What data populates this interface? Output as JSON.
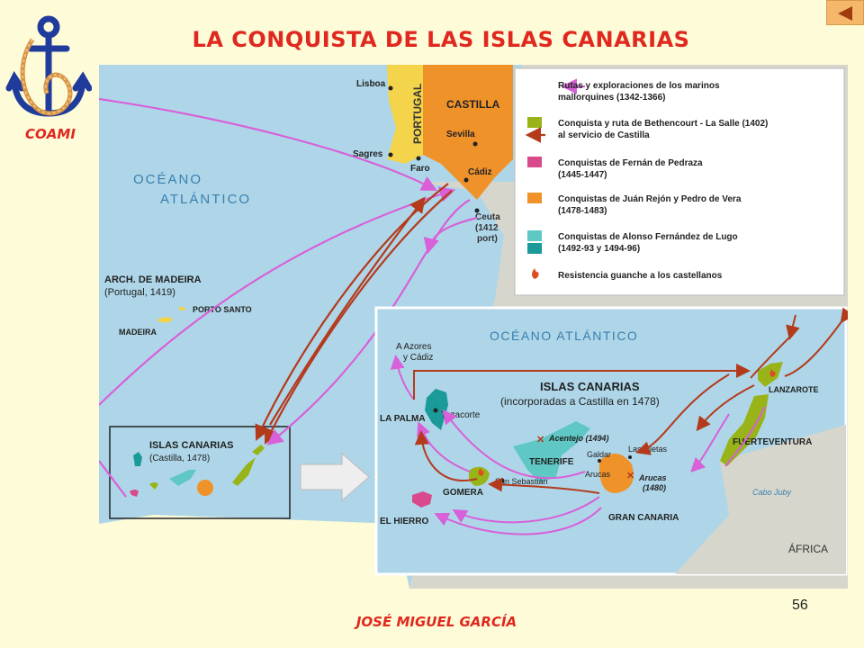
{
  "title": "LA CONQUISTA DE LAS ISLAS CANARIAS",
  "logo_text": "COAMI",
  "author": "JOSÉ MIGUEL GARCÍA",
  "page_number": "56",
  "map": {
    "ocean_line1": "OCÉANO",
    "ocean_line2": "ATLÁNTICO",
    "portugal": "PORTUGAL",
    "castilla": "CASTILLA",
    "lisboa": "Lisboa",
    "sagres": "Sagres",
    "faro": "Faro",
    "sevilla": "Sevilla",
    "cadiz": "Cádiz",
    "ceuta1": "Ceuta",
    "ceuta2": "(1412",
    "ceuta3": "port)",
    "madeira_arch1": "ARCH. DE MADEIRA",
    "madeira_arch2": "(Portugal, 1419)",
    "porto_santo": "PORTO SANTO",
    "madeira": "MADEIRA",
    "canarias1": "ISLAS CANARIAS",
    "canarias2": "(Castilla, 1478)"
  },
  "legend": [
    {
      "text1": "Rutas y exploraciones de los marinos",
      "text2": "mallorquines (1342-1366)",
      "color": "#d860d8"
    },
    {
      "text1": "Conquista y ruta de Bethencourt - La Salle (1402)",
      "text2": "al servicio de Castilla",
      "color": "#98b418"
    },
    {
      "text1": "Conquistas de Fernán de Pedraza",
      "text2": "(1445-1447)",
      "color": "#d84a8c"
    },
    {
      "text1": "Conquistas de Juán Rejón y Pedro de Vera",
      "text2": "(1478-1483)",
      "color": "#f0922a"
    },
    {
      "text1": "Conquistas de Alonso Fernández de Lugo",
      "text2": "(1492-93 y 1494-96)",
      "color": "#1a9a98"
    },
    {
      "text1": "Resistencia guanche a los castellanos",
      "text2": "",
      "color": "#e04a20"
    }
  ],
  "inset": {
    "ocean": "OCÉANO ATLÁNTICO",
    "azores1": "A Azores",
    "azores2": "y Cádiz",
    "title1": "ISLAS CANARIAS",
    "title2": "(incorporadas a Castilla en 1478)",
    "la_palma": "LA PALMA",
    "tazacorte": "Tazacorte",
    "acentejo": "Acentejo (1494)",
    "tenerife": "TENERIFE",
    "galdar": "Galdar",
    "las_isletas": "Las Isletas",
    "arucas": "Arucas",
    "arucas_battle1": "Arucas",
    "arucas_battle2": "(1480)",
    "gomera": "GOMERA",
    "san_sebastian": "San Sebastián",
    "el_hierro": "EL HIERRO",
    "gran_canaria": "GRAN CANARIA",
    "lanzarote": "LANZAROTE",
    "fuerteventura": "FUERTEVENTURA",
    "cabo_juby": "Cabo Juby",
    "africa": "ÁFRICA"
  }
}
